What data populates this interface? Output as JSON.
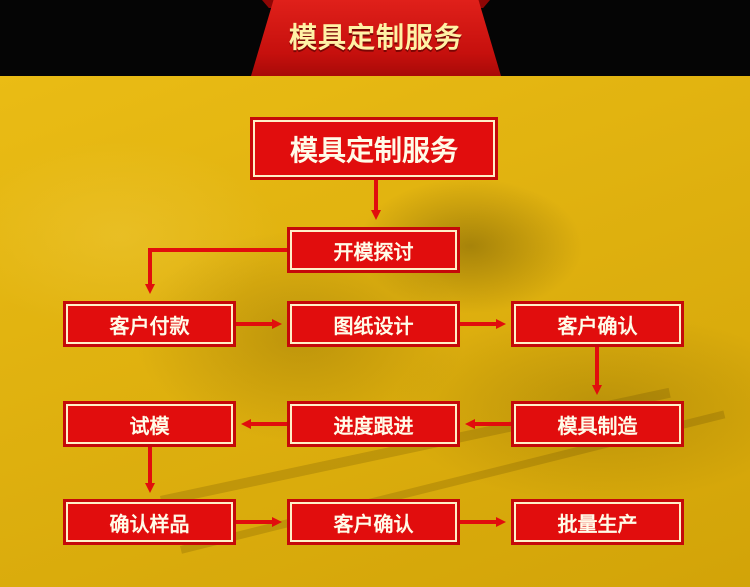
{
  "header": {
    "title": "模具定制服务"
  },
  "flow": {
    "root": "模具定制服务",
    "discussion": "开模探讨",
    "row1": [
      "客户付款",
      "图纸设计",
      "客户确认"
    ],
    "row2": [
      "试模",
      "进度跟进",
      "模具制造"
    ],
    "row3": [
      "确认样品",
      "客户确认",
      "批量生产"
    ]
  },
  "colors": {
    "box": "#e10d0d",
    "arrow": "#e10d0d",
    "background": "#e6b60a",
    "header_red": "#d0150f",
    "title_text": "#fff2a6"
  }
}
